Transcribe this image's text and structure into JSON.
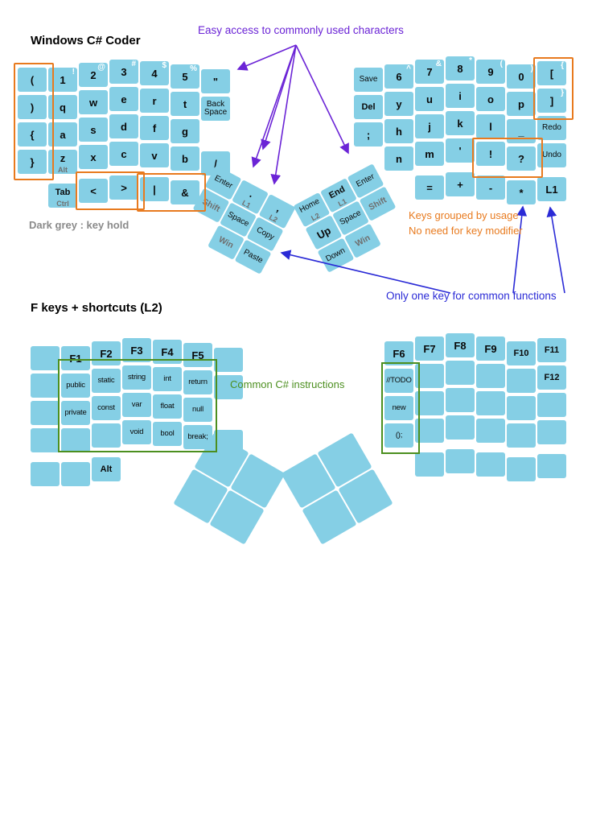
{
  "colors": {
    "key_fill": "#85cfe5",
    "key_text": "#0a0a0a",
    "shift_label_text": "#ffffff",
    "hold_label_text": "#6f6f6f",
    "highlight_orange": "#e87a1e",
    "annotation_purple": "#6b24d6",
    "annotation_blue": "#2a2ad6",
    "annotation_green": "#4c8f1f",
    "annotation_grey": "#8a8a8a"
  },
  "annotations": {
    "easy_access": "Easy access to commonly used characters",
    "key_hold": "Dark grey : key hold",
    "grouped_1": "Keys grouped by usage",
    "grouped_2": "No need for key modifier",
    "one_key": "Only one key for common functions",
    "csharp": "Common C# instructions"
  },
  "layer1": {
    "title": "Windows C# Coder",
    "left": {
      "keys": [
        {
          "c": 0,
          "r": 1,
          "t": "("
        },
        {
          "c": 0,
          "r": 2,
          "t": ")"
        },
        {
          "c": 0,
          "r": 3,
          "t": "{"
        },
        {
          "c": 0,
          "r": 4,
          "t": "}"
        },
        {
          "c": 1,
          "r": 1,
          "t": "1",
          "sub": "!"
        },
        {
          "c": 1,
          "r": 2,
          "t": "q"
        },
        {
          "c": 1,
          "r": 3,
          "t": "a"
        },
        {
          "c": 1,
          "r": 4,
          "t": "z",
          "hold": "Alt"
        },
        {
          "c": 1,
          "r": 5,
          "t": "Tab",
          "hold": "Ctrl"
        },
        {
          "c": 2,
          "r": 1,
          "t": "2",
          "sub": "@"
        },
        {
          "c": 2,
          "r": 2,
          "t": "w"
        },
        {
          "c": 2,
          "r": 3,
          "t": "s"
        },
        {
          "c": 2,
          "r": 4,
          "t": "x"
        },
        {
          "c": 2,
          "r": 5,
          "t": "<"
        },
        {
          "c": 3,
          "r": 1,
          "t": "3",
          "sub": "#"
        },
        {
          "c": 3,
          "r": 2,
          "t": "e"
        },
        {
          "c": 3,
          "r": 3,
          "t": "d"
        },
        {
          "c": 3,
          "r": 4,
          "t": "c"
        },
        {
          "c": 3,
          "r": 5,
          "t": ">"
        },
        {
          "c": 4,
          "r": 1,
          "t": "4",
          "sub": "$"
        },
        {
          "c": 4,
          "r": 2,
          "t": "r"
        },
        {
          "c": 4,
          "r": 3,
          "t": "f"
        },
        {
          "c": 4,
          "r": 4,
          "t": "v"
        },
        {
          "c": 4,
          "r": 5,
          "t": "|"
        },
        {
          "c": 5,
          "r": 1,
          "t": "5",
          "sub": "%"
        },
        {
          "c": 5,
          "r": 2,
          "t": "t"
        },
        {
          "c": 5,
          "r": 3,
          "t": "g"
        },
        {
          "c": 5,
          "r": 4,
          "t": "b"
        },
        {
          "c": 5,
          "r": 5,
          "t": "&"
        },
        {
          "c": 6,
          "r": 1,
          "t": "\""
        },
        {
          "c": 6,
          "r": 2,
          "t": "Back Space"
        },
        {
          "c": 6,
          "r": 4,
          "t": "/"
        }
      ]
    },
    "right": {
      "keys": [
        {
          "c": 0,
          "r": 1,
          "t": "Save"
        },
        {
          "c": 0,
          "r": 2,
          "t": "Del"
        },
        {
          "c": 0,
          "r": 3,
          "t": ";"
        },
        {
          "c": 1,
          "r": 1,
          "t": "6",
          "sub": "^"
        },
        {
          "c": 1,
          "r": 2,
          "t": "y"
        },
        {
          "c": 1,
          "r": 3,
          "t": "h"
        },
        {
          "c": 1,
          "r": 4,
          "t": "n"
        },
        {
          "c": 2,
          "r": 1,
          "t": "7",
          "sub": "&"
        },
        {
          "c": 2,
          "r": 2,
          "t": "u"
        },
        {
          "c": 2,
          "r": 3,
          "t": "j"
        },
        {
          "c": 2,
          "r": 4,
          "t": "m"
        },
        {
          "c": 2,
          "r": 5,
          "t": "="
        },
        {
          "c": 3,
          "r": 1,
          "t": "8",
          "sub": "*"
        },
        {
          "c": 3,
          "r": 2,
          "t": "i"
        },
        {
          "c": 3,
          "r": 3,
          "t": "k"
        },
        {
          "c": 3,
          "r": 4,
          "t": "'"
        },
        {
          "c": 3,
          "r": 5,
          "t": "+"
        },
        {
          "c": 4,
          "r": 1,
          "t": "9",
          "sub": "("
        },
        {
          "c": 4,
          "r": 2,
          "t": "o"
        },
        {
          "c": 4,
          "r": 3,
          "t": "l"
        },
        {
          "c": 4,
          "r": 4,
          "t": "!"
        },
        {
          "c": 4,
          "r": 5,
          "t": "-"
        },
        {
          "c": 5,
          "r": 1,
          "t": "0",
          "sub": ")"
        },
        {
          "c": 5,
          "r": 2,
          "t": "p"
        },
        {
          "c": 5,
          "r": 3,
          "t": "_"
        },
        {
          "c": 5,
          "r": 4,
          "t": "?"
        },
        {
          "c": 5,
          "r": 5,
          "t": "*"
        },
        {
          "c": 6,
          "r": 1,
          "t": "[",
          "sub": "{"
        },
        {
          "c": 6,
          "r": 2,
          "t": "]",
          "sub": "}"
        },
        {
          "c": 6,
          "r": 3,
          "t": "Redo"
        },
        {
          "c": 6,
          "r": 4,
          "t": "Undo"
        },
        {
          "c": 6,
          "r": 5,
          "t": "L1"
        }
      ]
    },
    "left_thumb": [
      {
        "c": 0,
        "r": 0,
        "t": "Enter"
      },
      {
        "c": 1,
        "r": 0,
        "t": ".",
        "hold": "L1"
      },
      {
        "c": 2,
        "r": 0,
        "t": ",",
        "hold": "L2"
      },
      {
        "c": 0,
        "r": 1,
        "t": "Shift",
        "grey": true
      },
      {
        "c": 1,
        "r": 1,
        "t": "Space"
      },
      {
        "c": 2,
        "r": 1,
        "t": "Copy"
      },
      {
        "c": 1,
        "r": 2,
        "t": "Win",
        "grey": true
      },
      {
        "c": 2,
        "r": 2,
        "t": "Paste"
      }
    ],
    "right_thumb": [
      {
        "c": 0,
        "r": 0,
        "t": "Home",
        "hold": "L2"
      },
      {
        "c": 1,
        "r": 0,
        "t": "End",
        "hold": "L1"
      },
      {
        "c": 2,
        "r": 0,
        "t": "Enter"
      },
      {
        "c": 0,
        "r": 1,
        "t": "Up"
      },
      {
        "c": 1,
        "r": 1,
        "t": "Space"
      },
      {
        "c": 2,
        "r": 1,
        "t": "Shift",
        "grey": true
      },
      {
        "c": 0,
        "r": 2,
        "t": "Down"
      },
      {
        "c": 1,
        "r": 2,
        "t": "Win",
        "grey": true
      }
    ]
  },
  "layer2": {
    "title": "F keys + shortcuts (L2)",
    "left": {
      "keys": [
        {
          "c": 0,
          "r": 1,
          "t": ""
        },
        {
          "c": 0,
          "r": 2,
          "t": ""
        },
        {
          "c": 0,
          "r": 3,
          "t": ""
        },
        {
          "c": 0,
          "r": 4,
          "t": ""
        },
        {
          "c": 0,
          "r": 5,
          "t": ""
        },
        {
          "c": 1,
          "r": 1,
          "t": "F1"
        },
        {
          "c": 1,
          "r": 2,
          "t": "public",
          "code": true
        },
        {
          "c": 1,
          "r": 3,
          "t": "private",
          "code": true
        },
        {
          "c": 1,
          "r": 4,
          "t": ""
        },
        {
          "c": 1,
          "r": 5,
          "t": ""
        },
        {
          "c": 2,
          "r": 1,
          "t": "F2"
        },
        {
          "c": 2,
          "r": 2,
          "t": "static",
          "code": true
        },
        {
          "c": 2,
          "r": 3,
          "t": "const",
          "code": true
        },
        {
          "c": 2,
          "r": 4,
          "t": ""
        },
        {
          "c": 2,
          "r": 5,
          "t": "Alt"
        },
        {
          "c": 3,
          "r": 1,
          "t": "F3"
        },
        {
          "c": 3,
          "r": 2,
          "t": "string",
          "code": true
        },
        {
          "c": 3,
          "r": 3,
          "t": "var",
          "code": true
        },
        {
          "c": 3,
          "r": 4,
          "t": "void",
          "code": true
        },
        {
          "c": 4,
          "r": 1,
          "t": "F4"
        },
        {
          "c": 4,
          "r": 2,
          "t": "int",
          "code": true
        },
        {
          "c": 4,
          "r": 3,
          "t": "float",
          "code": true
        },
        {
          "c": 4,
          "r": 4,
          "t": "bool",
          "code": true
        },
        {
          "c": 5,
          "r": 1,
          "t": "F5"
        },
        {
          "c": 5,
          "r": 2,
          "t": "return",
          "code": true
        },
        {
          "c": 5,
          "r": 3,
          "t": "null",
          "code": true
        },
        {
          "c": 5,
          "r": 4,
          "t": "break;",
          "code": true
        },
        {
          "c": 6,
          "r": 1,
          "t": ""
        },
        {
          "c": 6,
          "r": 2,
          "t": ""
        },
        {
          "c": 6,
          "r": 4,
          "t": ""
        }
      ]
    },
    "right": {
      "keys": [
        {
          "c": 1,
          "r": 1,
          "t": "F6"
        },
        {
          "c": 2,
          "r": 1,
          "t": "F7"
        },
        {
          "c": 3,
          "r": 1,
          "t": "F8"
        },
        {
          "c": 4,
          "r": 1,
          "t": "F9"
        },
        {
          "c": 5,
          "r": 1,
          "t": "F10"
        },
        {
          "c": 6,
          "r": 1,
          "t": "F11"
        },
        {
          "c": 1,
          "r": 2,
          "t": "//TODO",
          "code": true
        },
        {
          "c": 2,
          "r": 2,
          "t": ""
        },
        {
          "c": 3,
          "r": 2,
          "t": ""
        },
        {
          "c": 4,
          "r": 2,
          "t": ""
        },
        {
          "c": 5,
          "r": 2,
          "t": ""
        },
        {
          "c": 6,
          "r": 2,
          "t": "F12"
        },
        {
          "c": 1,
          "r": 3,
          "t": "new",
          "code": true
        },
        {
          "c": 2,
          "r": 3,
          "t": ""
        },
        {
          "c": 3,
          "r": 3,
          "t": ""
        },
        {
          "c": 4,
          "r": 3,
          "t": ""
        },
        {
          "c": 5,
          "r": 3,
          "t": ""
        },
        {
          "c": 6,
          "r": 3,
          "t": ""
        },
        {
          "c": 1,
          "r": 4,
          "t": "();",
          "code": true
        },
        {
          "c": 2,
          "r": 4,
          "t": ""
        },
        {
          "c": 3,
          "r": 4,
          "t": ""
        },
        {
          "c": 4,
          "r": 4,
          "t": ""
        },
        {
          "c": 5,
          "r": 4,
          "t": ""
        },
        {
          "c": 6,
          "r": 4,
          "t": ""
        },
        {
          "c": 2,
          "r": 5,
          "t": ""
        },
        {
          "c": 3,
          "r": 5,
          "t": ""
        },
        {
          "c": 4,
          "r": 5,
          "t": ""
        },
        {
          "c": 5,
          "r": 5,
          "t": ""
        },
        {
          "c": 6,
          "r": 5,
          "t": ""
        }
      ]
    },
    "left_thumb": [
      {
        "c": 0,
        "r": 0,
        "t": ""
      },
      {
        "c": 1,
        "r": 0,
        "t": ""
      },
      {
        "c": 0,
        "r": 1,
        "t": ""
      },
      {
        "c": 1,
        "r": 1,
        "t": ""
      }
    ],
    "right_thumb": [
      {
        "c": 0,
        "r": 0,
        "t": ""
      },
      {
        "c": 1,
        "r": 0,
        "t": ""
      },
      {
        "c": 0,
        "r": 1,
        "t": ""
      },
      {
        "c": 1,
        "r": 1,
        "t": ""
      }
    ]
  }
}
